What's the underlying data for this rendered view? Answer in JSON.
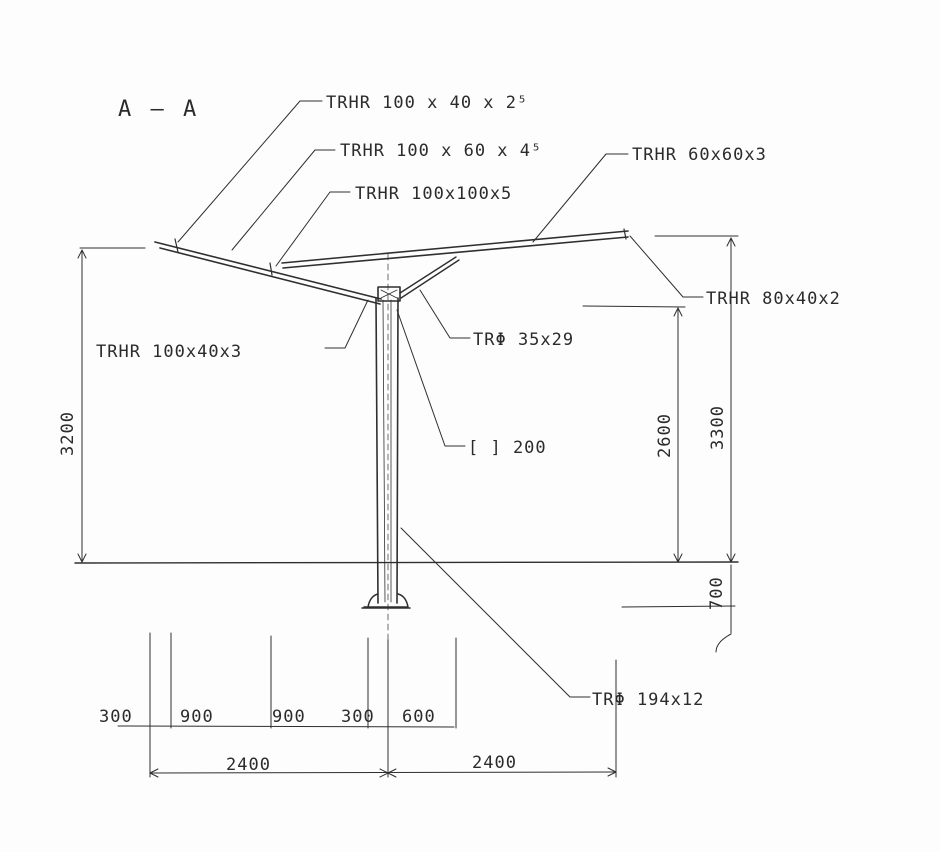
{
  "section_title": "A — A",
  "labels": {
    "trhr_100x40x25": "TRHR 100 x 40 x 2⁵",
    "trhr_100x60x45": "TRHR 100 x 60 x 4⁵",
    "trhr_100x100x5": "TRHR 100x100x5",
    "trhr_60x60x3": "TRHR 60x60x3",
    "trhr_80x40x2": "TRHR 80x40x2",
    "trhr_100x40x3": "TRHR 100x40x3",
    "tro_35x29": "TRΦ 35x29",
    "channel_200": "[ ] 200",
    "tro_194x12": "TRΦ 194x12"
  },
  "dimensions": {
    "h_3200": "3200",
    "h_2600": "2600",
    "h_3300": "3300",
    "h_700": "700",
    "w_300_left": "300",
    "w_900_a": "900",
    "w_900_b": "900",
    "w_300_mid": "300",
    "w_600": "600",
    "w_2400_left": "2400",
    "w_2400_right": "2400"
  }
}
